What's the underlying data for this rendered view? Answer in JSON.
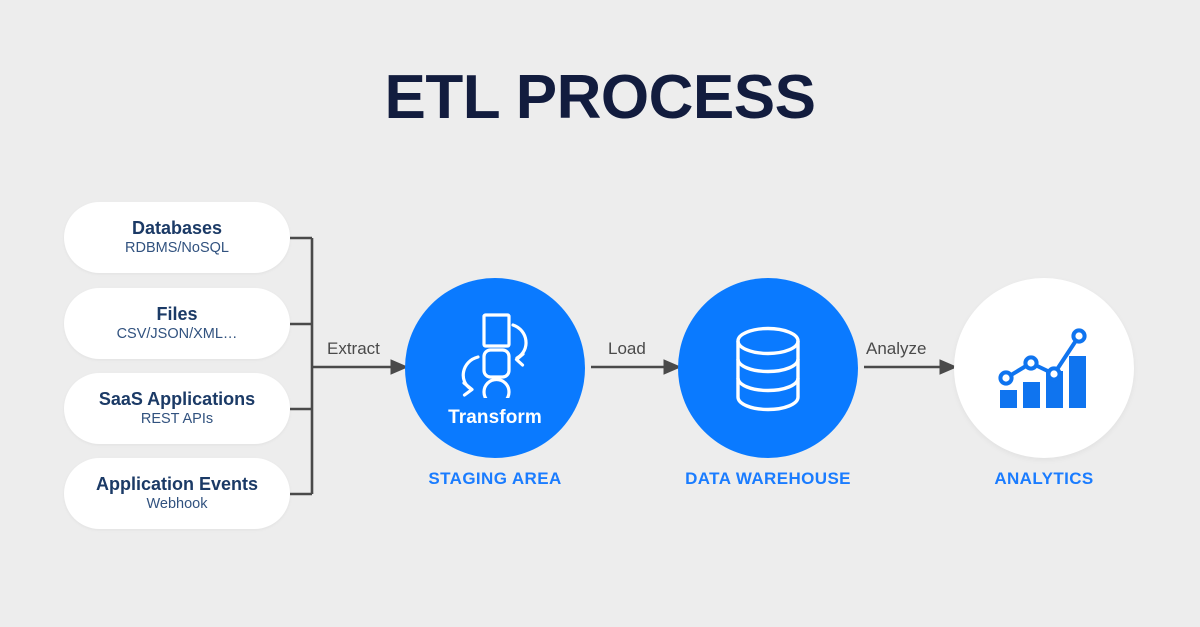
{
  "page": {
    "title": "ETL PROCESS",
    "background_color": "#ededed"
  },
  "colors": {
    "accent_blue": "#0a7aff",
    "caption_blue": "#1a7cff",
    "title_navy": "#121c3e",
    "box_title_navy": "#1b3a66",
    "box_sub_blue": "#31527f",
    "connector_gray": "#4a4a4a",
    "card_white": "#ffffff"
  },
  "sources": {
    "items": [
      {
        "title": "Databases",
        "subtitle": "RDBMS/NoSQL"
      },
      {
        "title": "Files",
        "subtitle": "CSV/JSON/XML…"
      },
      {
        "title": "SaaS Applications",
        "subtitle": "REST APIs"
      },
      {
        "title": "Application Events",
        "subtitle": "Webhook"
      }
    ]
  },
  "arrows": {
    "extract_label": "Extract",
    "load_label": "Load",
    "analyze_label": "Analyze"
  },
  "stages": [
    {
      "id": "staging",
      "inner_label": "Transform",
      "caption": "STAGING AREA",
      "icon": "transform-icon",
      "fill": "#0a7aff"
    },
    {
      "id": "warehouse",
      "inner_label": "",
      "caption": "DATA WAREHOUSE",
      "icon": "database-cylinder-icon",
      "fill": "#0a7aff"
    },
    {
      "id": "analytics",
      "inner_label": "",
      "caption": "ANALYTICS",
      "icon": "bar-line-chart-icon",
      "fill": "#ffffff"
    }
  ]
}
